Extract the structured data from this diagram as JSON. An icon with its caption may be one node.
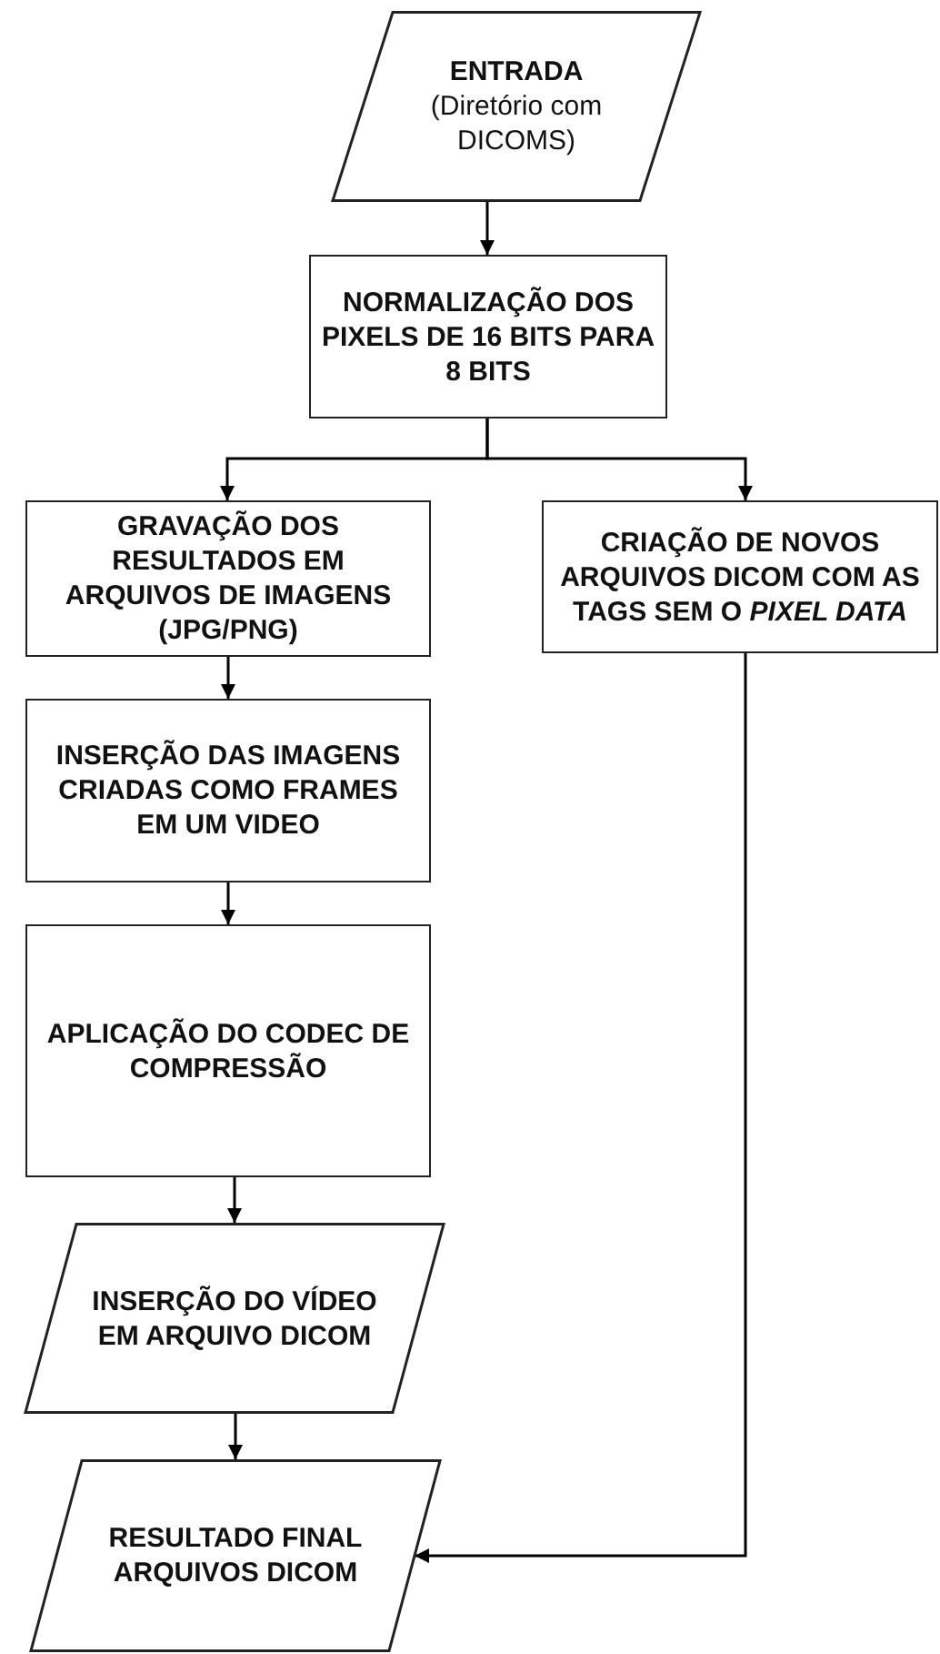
{
  "diagram": {
    "nodes": [
      {
        "text": [
          "ENTRADA",
          "(Diretório com DICOMS)"
        ]
      },
      {
        "text": [
          "NORMALIZAÇÃO DOS PIXELS DE 16 BITS PARA 8 BITS"
        ]
      },
      {
        "text": [
          "GRAVAÇÃO DOS RESULTADOS EM ARQUIVOS DE IMAGENS (JPG/PNG)"
        ]
      },
      {
        "text": [
          "CRIAÇÃO DE NOVOS ARQUIVOS DICOM COM AS TAGS SEM O *PIXEL DATA*"
        ]
      },
      {
        "text": [
          "INSERÇÃO DAS IMAGENS CRIADAS COMO FRAMES EM UM VIDEO"
        ]
      },
      {
        "text": [
          "APLICAÇÃO DO CODEC DE COMPRESSÃO"
        ]
      },
      {
        "text": [
          "INSERÇÃO DO VÍDEO EM ARQUIVO DICOM"
        ]
      },
      {
        "text": [
          "RESULTADO FINAL ARQUIVOS DICOM"
        ]
      }
    ],
    "edges": [
      {
        "from": 0,
        "to": 1,
        "arrow": "to"
      },
      {
        "from": 1,
        "to": 2,
        "arrow": "to"
      },
      {
        "from": 1,
        "to": 3,
        "arrow": "to"
      },
      {
        "from": 2,
        "to": 4,
        "arrow": "to"
      },
      {
        "from": 4,
        "to": 5,
        "arrow": "to"
      },
      {
        "from": 5,
        "to": 6,
        "arrow": "to"
      },
      {
        "from": 6,
        "to": 7,
        "arrow": "to"
      },
      {
        "from": 3,
        "to": 7,
        "arrow": "to"
      }
    ]
  }
}
